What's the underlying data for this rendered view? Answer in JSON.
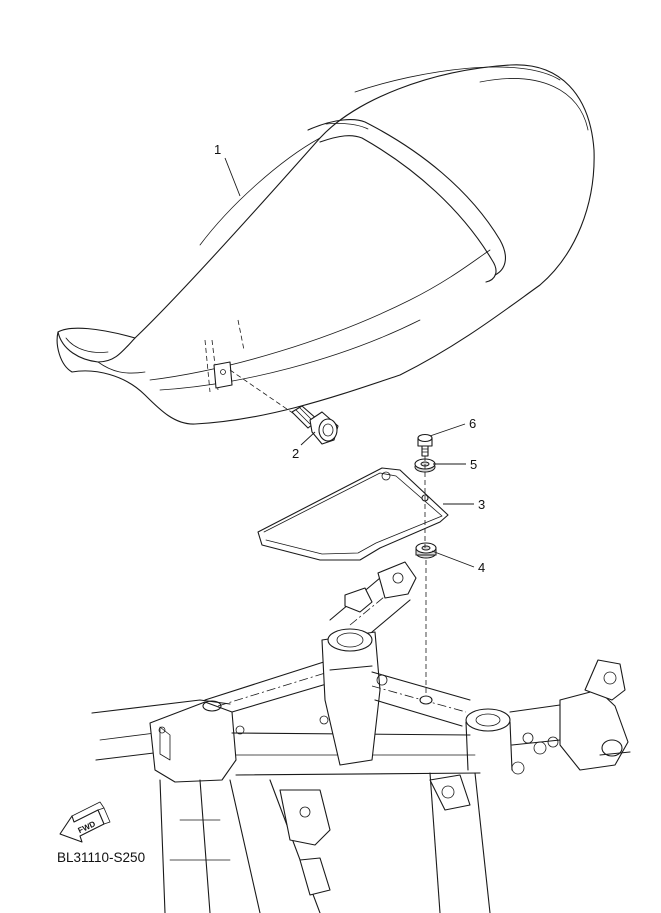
{
  "parts": [
    {
      "ref": "1",
      "name": "seat"
    },
    {
      "ref": "2",
      "name": "bolt"
    },
    {
      "ref": "3",
      "name": "plate"
    },
    {
      "ref": "4",
      "name": "damper"
    },
    {
      "ref": "5",
      "name": "washer"
    },
    {
      "ref": "6",
      "name": "bolt"
    }
  ],
  "labels": {
    "p1": "1",
    "p2": "2",
    "p3": "3",
    "p4": "4",
    "p5": "5",
    "p6": "6",
    "fwd": "FWD",
    "diagram_code": "BL31110-S250"
  },
  "icons": {
    "forward_arrow": "fwd-arrow-icon"
  }
}
